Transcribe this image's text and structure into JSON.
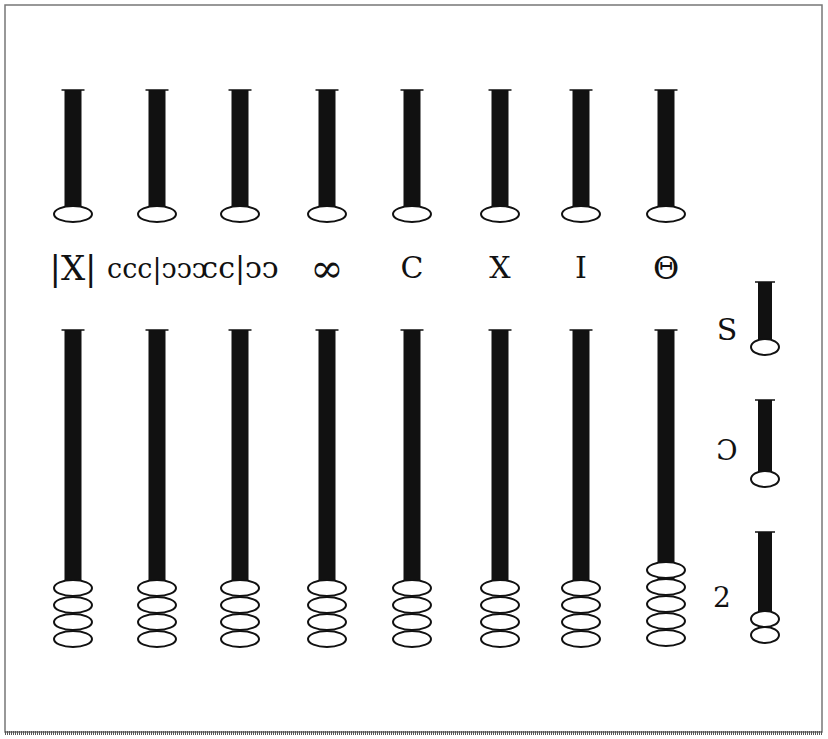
{
  "diagram": {
    "labels": [
      "|X|",
      "ccc|ↄↄↄ",
      "cc|ↄↄ",
      "∞",
      "C",
      "X",
      "I",
      "Θ",
      "S",
      "Ɔ",
      "2"
    ]
  }
}
